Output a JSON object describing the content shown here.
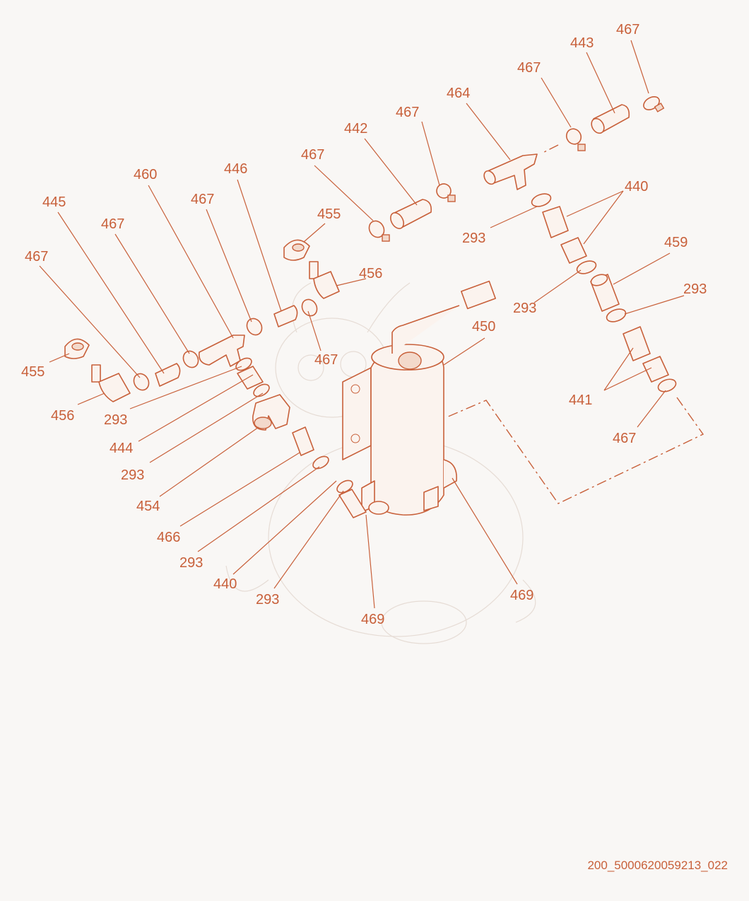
{
  "drawing_code": "200_5000620059213_022",
  "accent_color": "#c8603a",
  "callouts": [
    "467",
    "443",
    "467",
    "464",
    "467",
    "442",
    "467",
    "440",
    "460",
    "446",
    "467",
    "445",
    "467",
    "455",
    "293",
    "459",
    "467",
    "456",
    "293",
    "293",
    "450",
    "467",
    "455",
    "441",
    "456",
    "293",
    "467",
    "444",
    "293",
    "454",
    "466",
    "293",
    "440",
    "293",
    "469",
    "469"
  ]
}
